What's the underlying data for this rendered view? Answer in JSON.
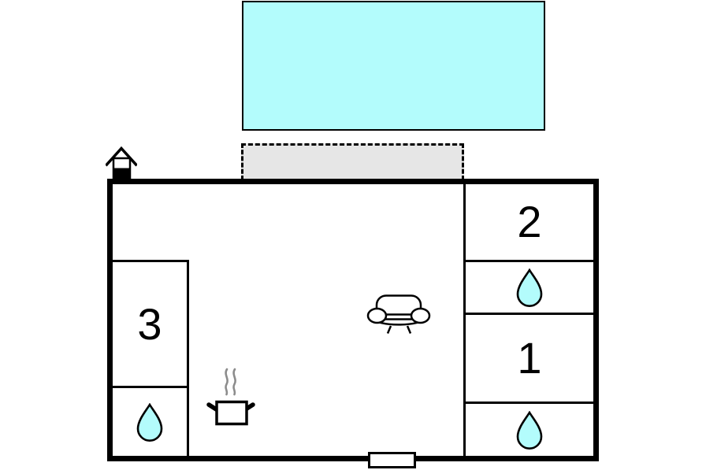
{
  "rooms": {
    "room1": {
      "label": "1"
    },
    "room2": {
      "label": "2"
    },
    "room3": {
      "label": "3"
    }
  },
  "colors": {
    "water": "#b3fcfc",
    "terrace": "#e6e6e6",
    "wall": "#000000",
    "steam": "#8c8c8c"
  },
  "icons": {
    "pool": "pool-area",
    "terrace": "covered-terrace",
    "chimney": "chimney-icon",
    "water_drop": "water-drop-icon",
    "sofa": "sofa-icon",
    "cooking_pot": "cooking-pot-icon",
    "steam": "steam-icon",
    "door": "entrance-door"
  }
}
